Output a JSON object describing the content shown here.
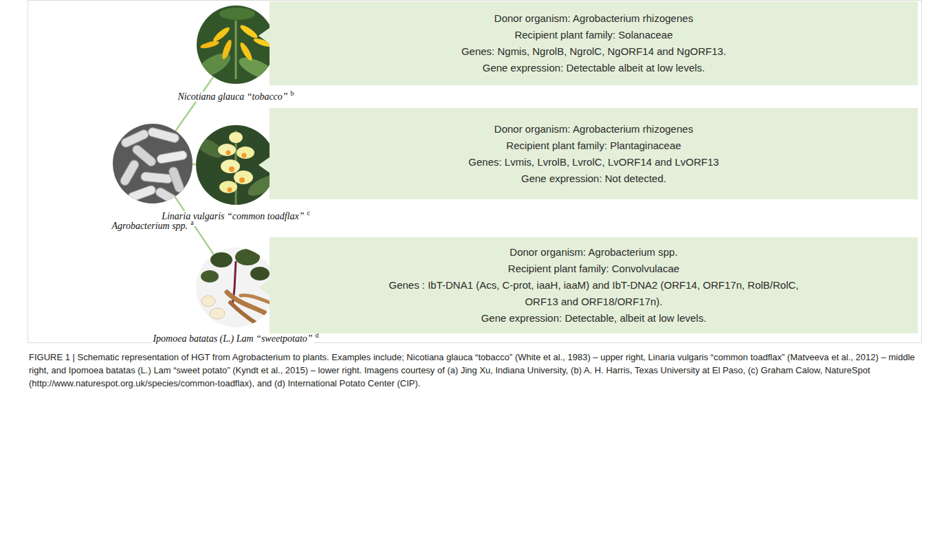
{
  "diagram": {
    "caption": "FIGURE 1 | Schematic representation of HGT from Agrobacterium to plants. Examples include; Nicotiana glauca “tobacco” (White et al., 1983) – upper right, Linaria vulgaris “common toadflax” (Matveeva et al., 2012) – middle right, and Ipomoea batatas (L.) Lam “sweet potato” (Kyndt et al., 2015) – lower right. Imagens courtesy of (a) Jing Xu, Indiana University, (b) A. H. Harris, Texas University at El Paso, (c) Graham Calow, NatureSpot (http://www.naturespot.org.uk/species/common-toadflax), and (d) International Potato Center (CIP).",
    "nodes": [
      {
        "text": [
          "Agrobacterium spp.",
          "a"
        ]
      },
      {
        "text": [
          "Nicotiana glauca “tobacco”",
          "b"
        ]
      },
      {
        "text": [
          "Donor organism: Agrobacterium rhizogenes",
          "Recipient plant family: Solanaceae",
          "Genes: Ngmis, NgrolB, NgrolC, NgORF14 and NgORF13.",
          "Gene expression: Detectable albeit at low levels."
        ]
      },
      {
        "text": [
          "Linaria vulgaris “common toadflax”",
          "c"
        ]
      },
      {
        "text": [
          "Donor organism: Agrobacterium rhizogenes",
          "Recipient plant family: Plantaginaceae",
          "Genes: Lvmis, LvrolB, LvrolC, LvORF14 and LvORF13",
          "Gene expression: Not detected."
        ]
      },
      {
        "text": [
          "Ipomoea batatas (L.) Lam “sweetpotato”",
          "d"
        ]
      },
      {
        "text": [
          "Donor organism: Agrobacterium spp.",
          "Recipient plant family: Convolvulacae",
          "Genes : IbT-DNA1 (Acs, C-prot, iaaH, iaaM) and IbT-DNA2 (ORF14, ORF17n, RolB/RolC, ORF13 and ORF18/ORF17n).",
          "Gene expression: Detectable, albeit at low levels."
        ]
      }
    ],
    "edges": [
      {
        "from": 0,
        "to": 1,
        "arrow": "none"
      },
      {
        "from": 0,
        "to": 3,
        "arrow": "none"
      },
      {
        "from": 0,
        "to": 5,
        "arrow": "none"
      }
    ]
  }
}
